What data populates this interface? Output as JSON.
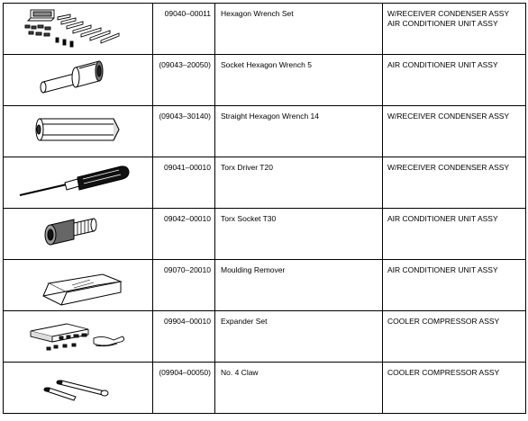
{
  "tools": [
    {
      "icon": "hexagon-wrench-set-icon",
      "part_no": "09040–00011",
      "name": "Hexagon Wrench Set",
      "usage": [
        "W/RECEIVER CONDENSER ASSY",
        "AIR CONDITIONER UNIT ASSY"
      ]
    },
    {
      "icon": "socket-hexagon-wrench-icon",
      "part_no": "(09043–20050)",
      "name": "Socket Hexagon Wrench 5",
      "usage": [
        "AIR CONDITIONER UNIT ASSY"
      ]
    },
    {
      "icon": "straight-hexagon-wrench-icon",
      "part_no": "(09043–30140)",
      "name": "Straight  Hexagon Wrench 14",
      "usage": [
        "W/RECEIVER CONDENSER ASSY"
      ]
    },
    {
      "icon": "torx-driver-icon",
      "part_no": "09041–00010",
      "name": "Torx Driver T20",
      "usage": [
        "W/RECEIVER CONDENSER ASSY"
      ]
    },
    {
      "icon": "torx-socket-icon",
      "part_no": "09042–00010",
      "name": "Torx Socket T30",
      "usage": [
        "AIR CONDITIONER UNIT ASSY"
      ]
    },
    {
      "icon": "moulding-remover-icon",
      "part_no": "09070–20010",
      "name": "Moulding Remover",
      "usage": [
        "AIR CONDITIONER UNIT ASSY"
      ]
    },
    {
      "icon": "expander-set-icon",
      "part_no": "09904–00010",
      "name": "Expander Set",
      "usage": [
        "COOLER COMPRESSOR ASSY"
      ]
    },
    {
      "icon": "claw-icon",
      "part_no": "(09904–00050)",
      "name": "No. 4 Claw",
      "usage": [
        "COOLER COMPRESSOR ASSY"
      ]
    }
  ]
}
